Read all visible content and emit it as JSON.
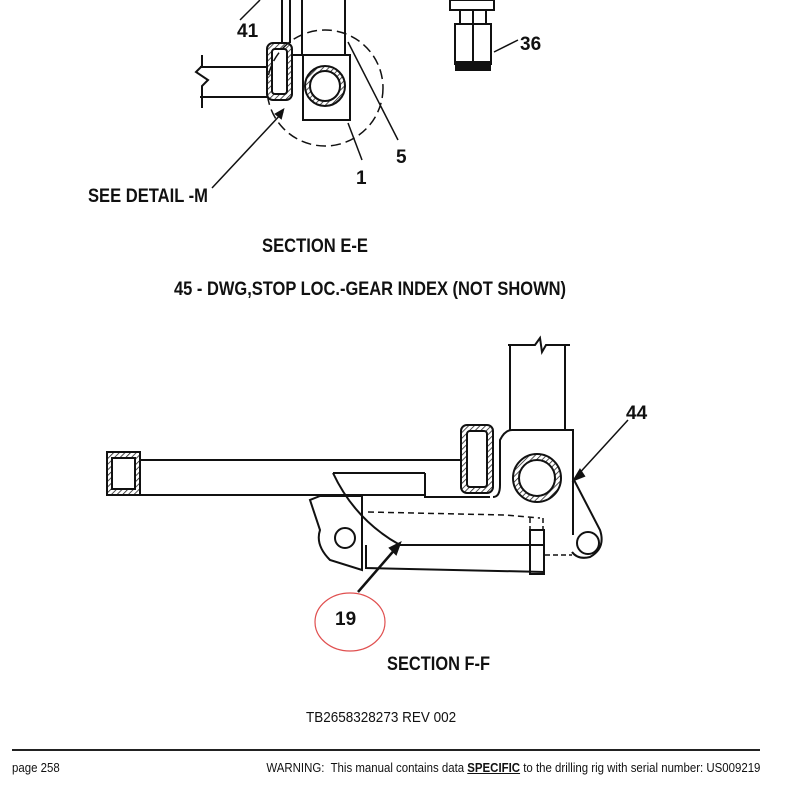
{
  "section_e": {
    "callouts": {
      "c41": "41",
      "c5": "5",
      "c1": "1",
      "c36": "36"
    },
    "detail_ref": "SEE DETAIL -M",
    "title": "SECTION E-E",
    "note": "45 - DWG,STOP LOC.-GEAR INDEX (NOT SHOWN)"
  },
  "section_f": {
    "callouts": {
      "c44": "44",
      "c19": "19"
    },
    "title": "SECTION F-F",
    "highlight_color": "#e05050"
  },
  "doc_number": "TB2658328273 REV 002",
  "footer": {
    "page": "page 258",
    "warning_prefix": "WARNING:  This manual contains data ",
    "warning_emphasis": "SPECIFIC",
    "warning_suffix": " to the drilling rig with serial number: US009219"
  }
}
